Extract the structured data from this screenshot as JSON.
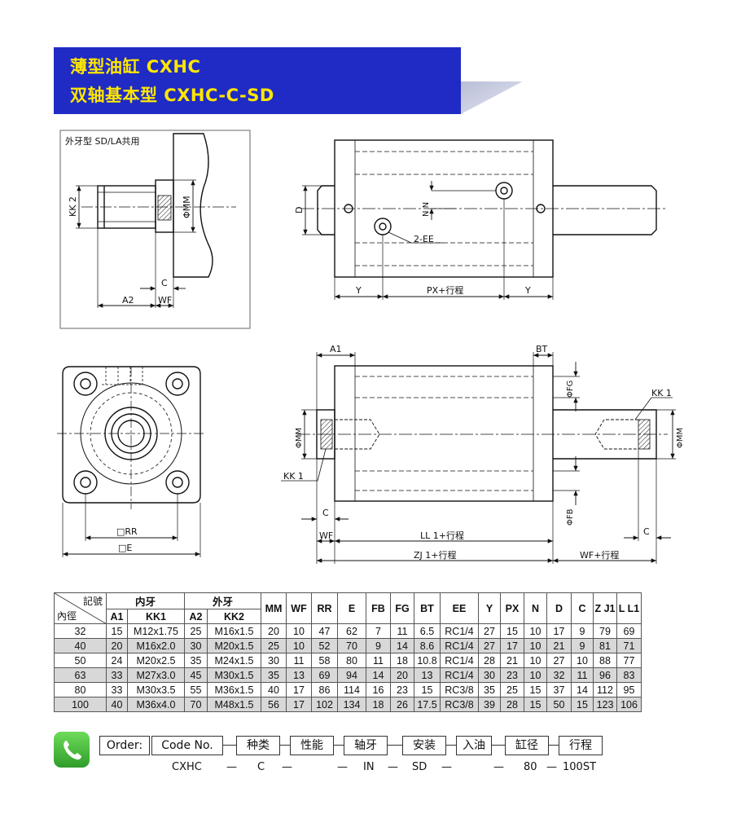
{
  "header": {
    "title_line1": "薄型油缸  CXHC",
    "title_line2": "双轴基本型  CXHC-C-SD"
  },
  "colors": {
    "banner": "#1f2bc4",
    "title": "#ffe600",
    "row_shade": "#d8d8d8",
    "phone": "#3cb832"
  },
  "drawings": {
    "inset": {
      "caption": "外牙型  SD/LA共用",
      "kk2": "KK 2",
      "mm": "ΦMM",
      "c": "C",
      "a2": "A2",
      "wf": "WF"
    },
    "side_top": {
      "d": "D",
      "nn": "N N",
      "ee": "2-EE",
      "y_left": "Y",
      "px": "PX+行程",
      "y_right": "Y"
    },
    "front": {
      "rr": "□RR",
      "e": "□E"
    },
    "side_bottom": {
      "a1": "A1",
      "bt": "BT",
      "fg": "ΦFG",
      "kk1_right": "KK 1",
      "mm_left": "ΦMM",
      "mm_right": "ΦMM",
      "kk1_left": "KK 1",
      "c_left": "C",
      "fb": "ΦFB",
      "wf_left": "WF",
      "ll1": "LL 1+行程",
      "c_right": "C",
      "zj1": "ZJ 1+行程",
      "wf_right": "WF+行程"
    }
  },
  "table": {
    "corner_top": "記號",
    "corner_bottom": "內徑",
    "group_inner": "内牙",
    "group_outer": "外牙",
    "sub_headers": [
      "A1",
      "KK1",
      "A2",
      "KK2"
    ],
    "headers": [
      "MM",
      "WF",
      "RR",
      "E",
      "FB",
      "FG",
      "BT",
      "EE",
      "Y",
      "PX",
      "N",
      "D",
      "C",
      "Z J1",
      "L L1"
    ],
    "rows": [
      [
        "32",
        "15",
        "M12x1.75",
        "25",
        "M16x1.5",
        "20",
        "10",
        "47",
        "62",
        "7",
        "11",
        "6.5",
        "RC1/4",
        "27",
        "15",
        "10",
        "17",
        "9",
        "79",
        "69"
      ],
      [
        "40",
        "20",
        "M16x2.0",
        "30",
        "M20x1.5",
        "25",
        "10",
        "52",
        "70",
        "9",
        "14",
        "8.6",
        "RC1/4",
        "27",
        "17",
        "10",
        "21",
        "9",
        "81",
        "71"
      ],
      [
        "50",
        "24",
        "M20x2.5",
        "35",
        "M24x1.5",
        "30",
        "11",
        "58",
        "80",
        "11",
        "18",
        "10.8",
        "RC1/4",
        "28",
        "21",
        "10",
        "27",
        "10",
        "88",
        "77"
      ],
      [
        "63",
        "33",
        "M27x3.0",
        "45",
        "M30x1.5",
        "35",
        "13",
        "69",
        "94",
        "14",
        "20",
        "13",
        "RC1/4",
        "30",
        "23",
        "10",
        "32",
        "11",
        "96",
        "83"
      ],
      [
        "80",
        "33",
        "M30x3.5",
        "55",
        "M36x1.5",
        "40",
        "17",
        "86",
        "114",
        "16",
        "23",
        "15",
        "RC3/8",
        "35",
        "25",
        "15",
        "37",
        "14",
        "112",
        "95"
      ],
      [
        "100",
        "40",
        "M36x4.0",
        "70",
        "M48x1.5",
        "56",
        "17",
        "102",
        "134",
        "18",
        "26",
        "17.5",
        "RC3/8",
        "39",
        "28",
        "15",
        "50",
        "15",
        "123",
        "106"
      ]
    ]
  },
  "order": {
    "order_label": "Order:",
    "code_label": "Code No.",
    "fields": [
      "种类",
      "性能",
      "轴牙",
      "安装",
      "入油",
      "缸径",
      "行程"
    ],
    "dash": "—",
    "code_values": [
      "CXHC",
      "C",
      "IN",
      "SD",
      "80",
      "100ST"
    ]
  }
}
